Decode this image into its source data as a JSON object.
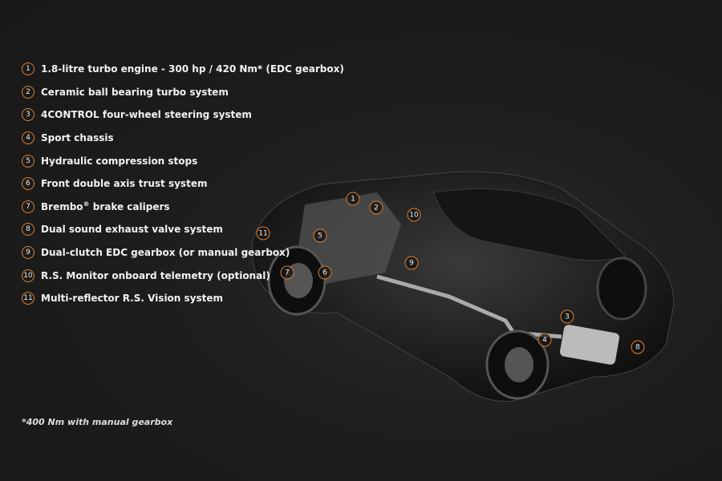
{
  "features": [
    {
      "num": "1",
      "label": "1.8-litre turbo engine - 300 hp / 420 Nm* (EDC gearbox)"
    },
    {
      "num": "2",
      "label": "Ceramic ball bearing turbo system"
    },
    {
      "num": "3",
      "label": "4CONTROL four-wheel steering system"
    },
    {
      "num": "4",
      "label": "Sport chassis"
    },
    {
      "num": "5",
      "label": "Hydraulic compression stops"
    },
    {
      "num": "6",
      "label": "Front double axis trust system"
    },
    {
      "num": "7",
      "label": "Brembo",
      "sup": "®",
      "label_rest": " brake calipers"
    },
    {
      "num": "8",
      "label": "Dual sound exhaust valve system"
    },
    {
      "num": "9",
      "label": "Dual-clutch EDC gearbox (or manual gearbox)"
    },
    {
      "num": "10",
      "label": "R.S. Monitor onboard telemetry (optional)"
    },
    {
      "num": "11",
      "label": "Multi-reflector R.S. Vision system"
    }
  ],
  "footnote": "*400 Nm with manual gearbox",
  "colors": {
    "accent": "#e0802e",
    "background": "#1b1b1b"
  }
}
